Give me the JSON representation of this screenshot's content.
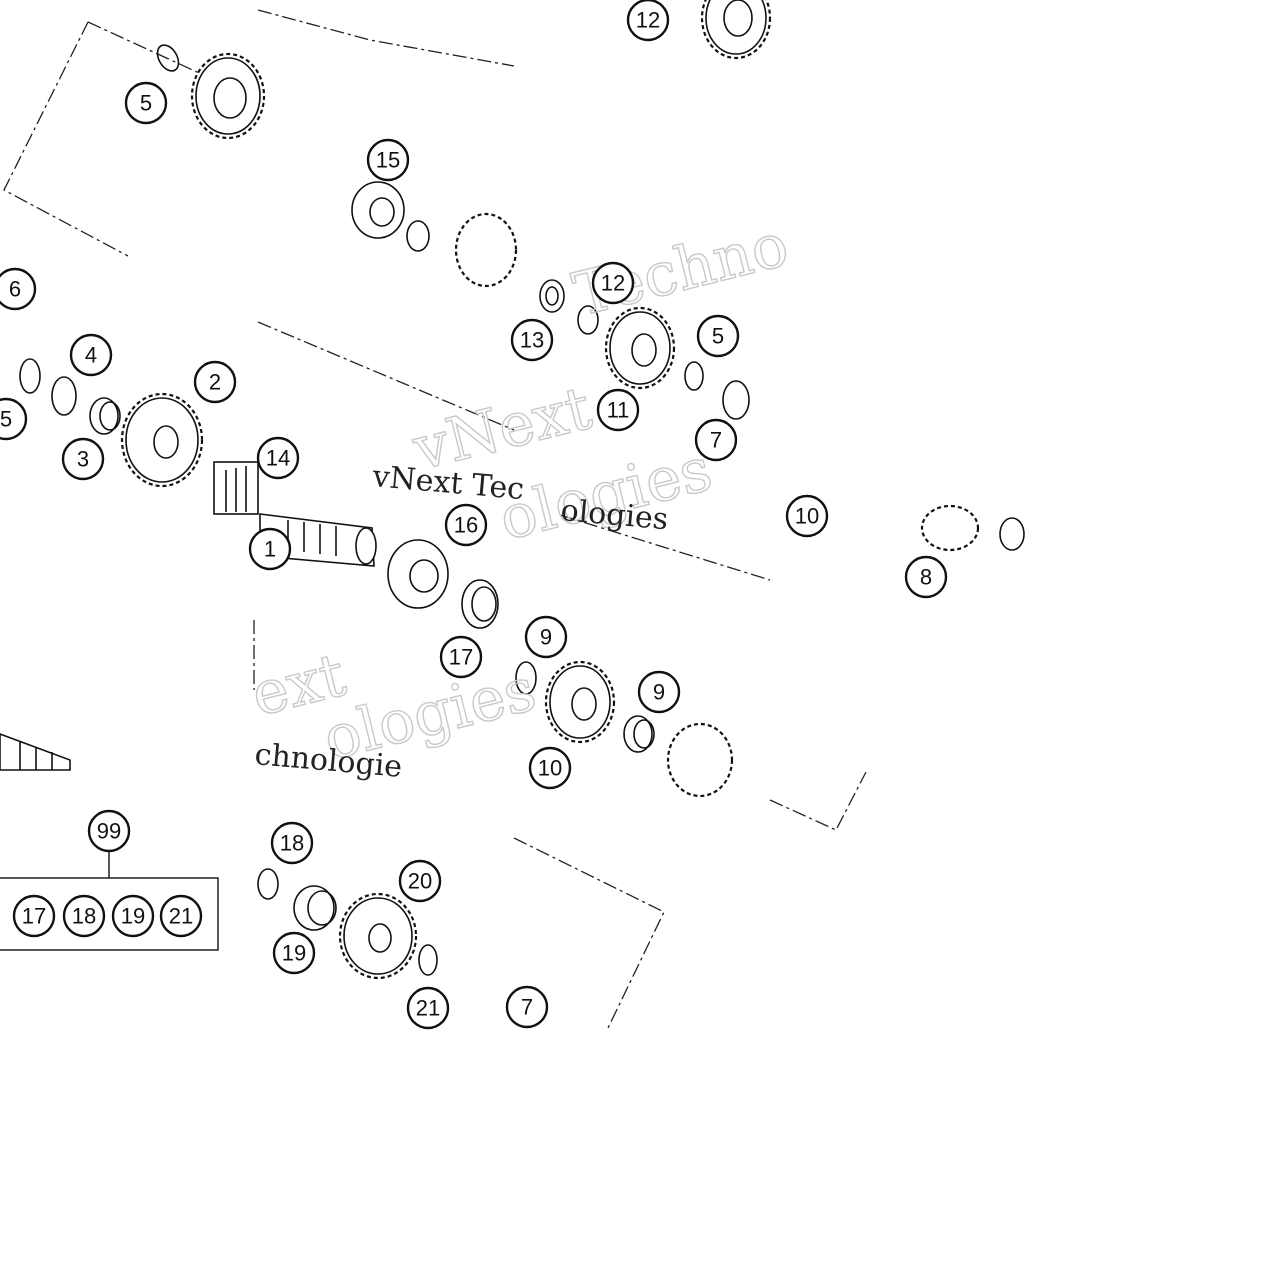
{
  "callouts": {
    "c5a": "5",
    "c12a": "12",
    "c15": "15",
    "c6": "6",
    "c4": "4",
    "c2": "2",
    "c5b": "5",
    "c3": "3",
    "c14": "14",
    "c12b": "12",
    "c13": "13",
    "c11": "11",
    "c5c": "5",
    "c7a": "7",
    "c16": "16",
    "c1": "1",
    "c17a": "17",
    "c8": "8",
    "c9a": "9",
    "c9b": "9",
    "c10a": "10",
    "c10b": "10",
    "c99": "99",
    "c17b": "17",
    "c18a": "18",
    "c19a": "19",
    "c21a": "21",
    "c18b": "18",
    "c20": "20",
    "c19b": "19",
    "c21b": "21",
    "c7b": "7"
  },
  "watermark": {
    "brand_outline": "vNext",
    "brand_solid": "vNext Tec",
    "word_outline_a": "Techno",
    "word_outline_b": "ologies",
    "word_solid": "ologies",
    "tail_outline_a": "ext",
    "tail_outline_b": "ologies",
    "tail_solid": "chnologie"
  }
}
